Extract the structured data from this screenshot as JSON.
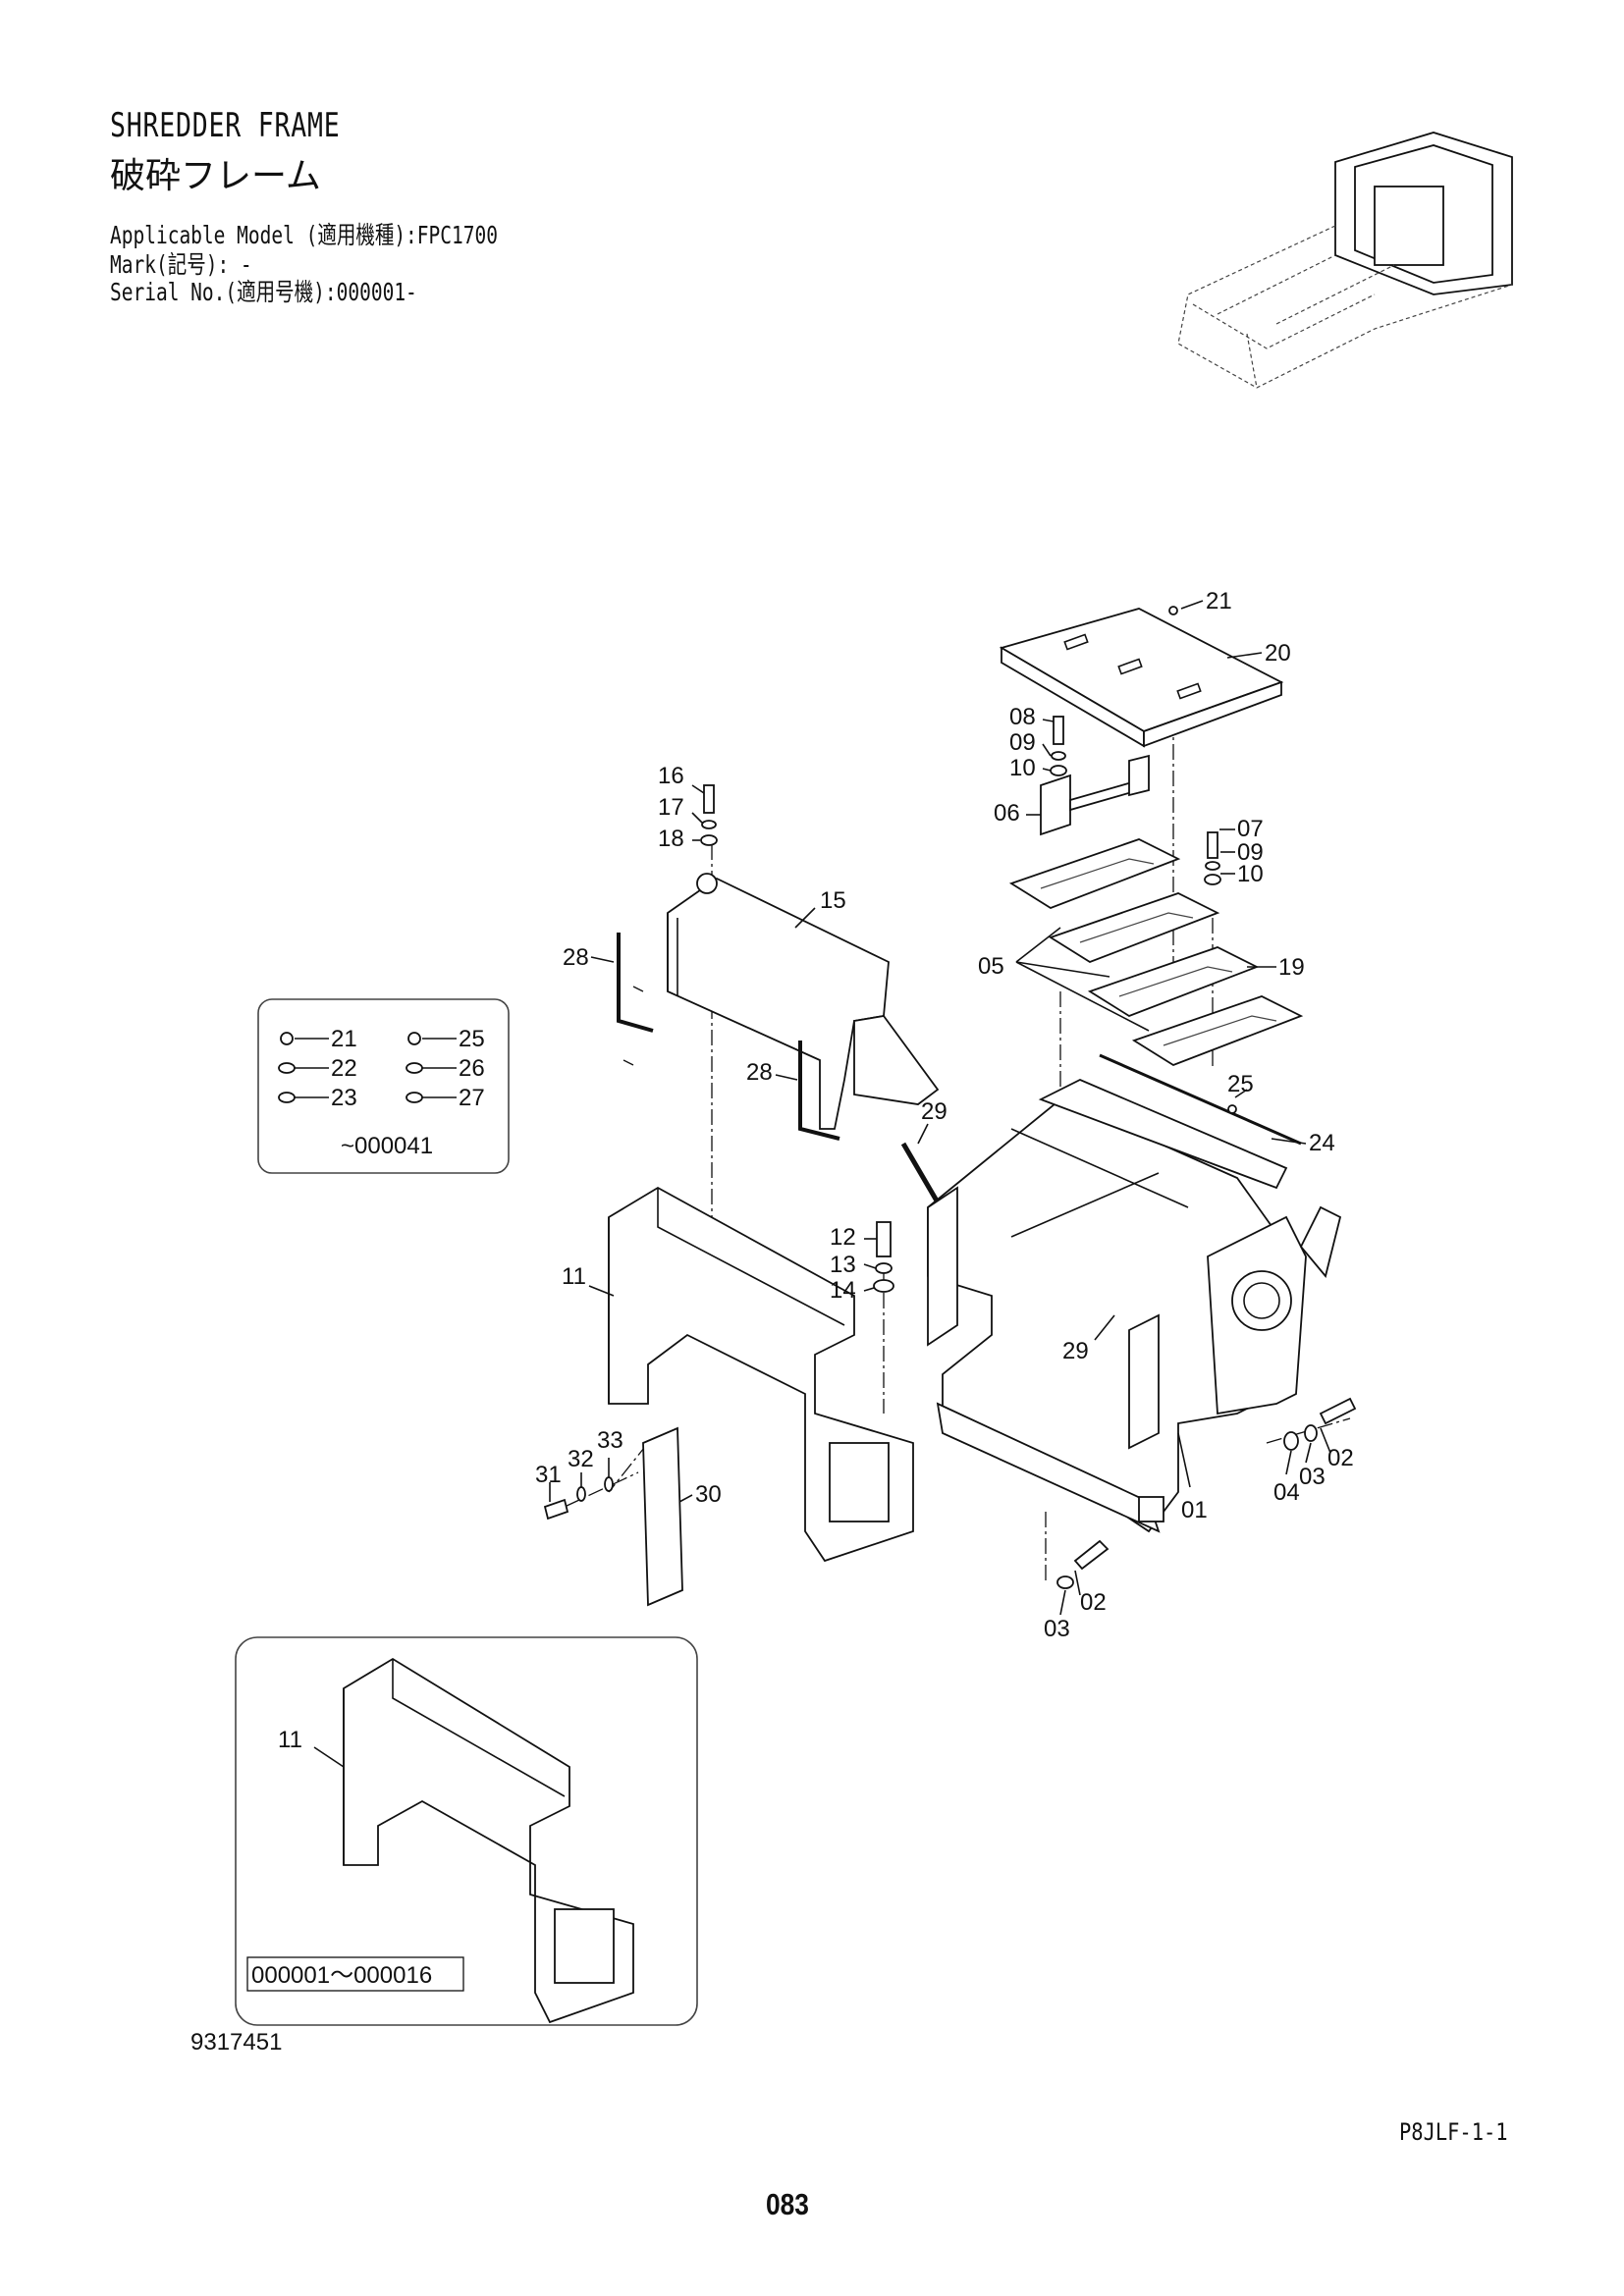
{
  "header": {
    "title_en": "SHREDDER FRAME",
    "title_jp": "破砕フレーム",
    "applicable_model": "Applicable Model (適用機種):FPC1700",
    "mark": "Mark(記号): -",
    "serial_no": "Serial No.(適用号機):000001-"
  },
  "callouts": {
    "p01": "01",
    "p02a": "02",
    "p02b": "02",
    "p03a": "03",
    "p03b": "03",
    "p04": "04",
    "p05": "05",
    "p06": "06",
    "p07": "07",
    "p08": "08",
    "p09a": "09",
    "p09b": "09",
    "p10a": "10",
    "p10b": "10",
    "p11": "11",
    "p12": "12",
    "p13": "13",
    "p14": "14",
    "p15": "15",
    "p16": "16",
    "p17": "17",
    "p18": "18",
    "p19": "19",
    "p20": "20",
    "p21": "21",
    "p24": "24",
    "p25": "25",
    "p28a": "28",
    "p28b": "28",
    "p29a": "29",
    "p29b": "29",
    "p30": "30",
    "p31": "31",
    "p32": "32",
    "p33": "33"
  },
  "variant_box": {
    "items": [
      "21",
      "22",
      "23",
      "25",
      "26",
      "27"
    ],
    "serial_range": "~000041"
  },
  "inset": {
    "callout": "11",
    "serial_range": "000001～000016"
  },
  "footer": {
    "figure_number": "9317451",
    "page_code": "P8JLF-1-1",
    "page_number": "083"
  }
}
